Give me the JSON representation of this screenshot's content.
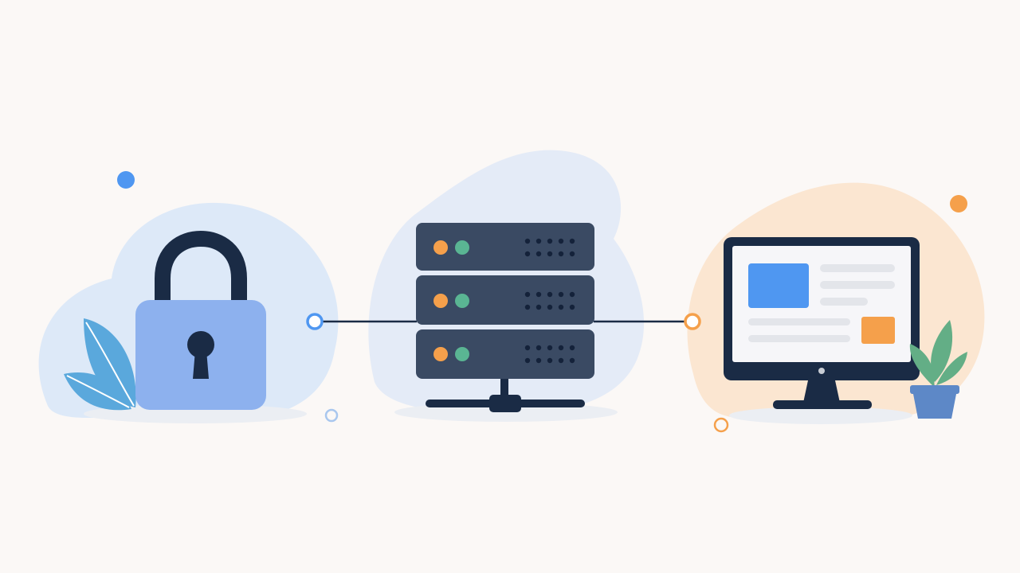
{
  "palette": {
    "background": "#fbf8f6",
    "navy": "#1a2b45",
    "server_body": "#3a4a63",
    "lock_blue": "#8db1ee",
    "accent_blue": "#4f97f1",
    "accent_orange": "#f5a04b",
    "accent_green": "#5ab593",
    "leaf_blue": "#5aa8dc",
    "plant_green": "#63ae86",
    "pot_blue": "#5d88c7",
    "blob_blue": "#dde9f8",
    "blob_orange": "#fbe6d1",
    "blob_server": "#e4ebf7"
  },
  "illustration": {
    "items": [
      {
        "name": "padlock",
        "icon": "padlock-icon"
      },
      {
        "name": "server-rack",
        "icon": "server-icon",
        "unit_count": 3
      },
      {
        "name": "monitor",
        "icon": "monitor-icon"
      },
      {
        "name": "potted-plant",
        "icon": "plant-icon"
      },
      {
        "name": "leaves",
        "icon": "leaf-icon"
      }
    ],
    "connections": [
      {
        "from": "padlock",
        "to": "server-rack",
        "node_color": "#4f97f1"
      },
      {
        "from": "server-rack",
        "to": "monitor",
        "node_color": "#f5a04b"
      }
    ]
  }
}
